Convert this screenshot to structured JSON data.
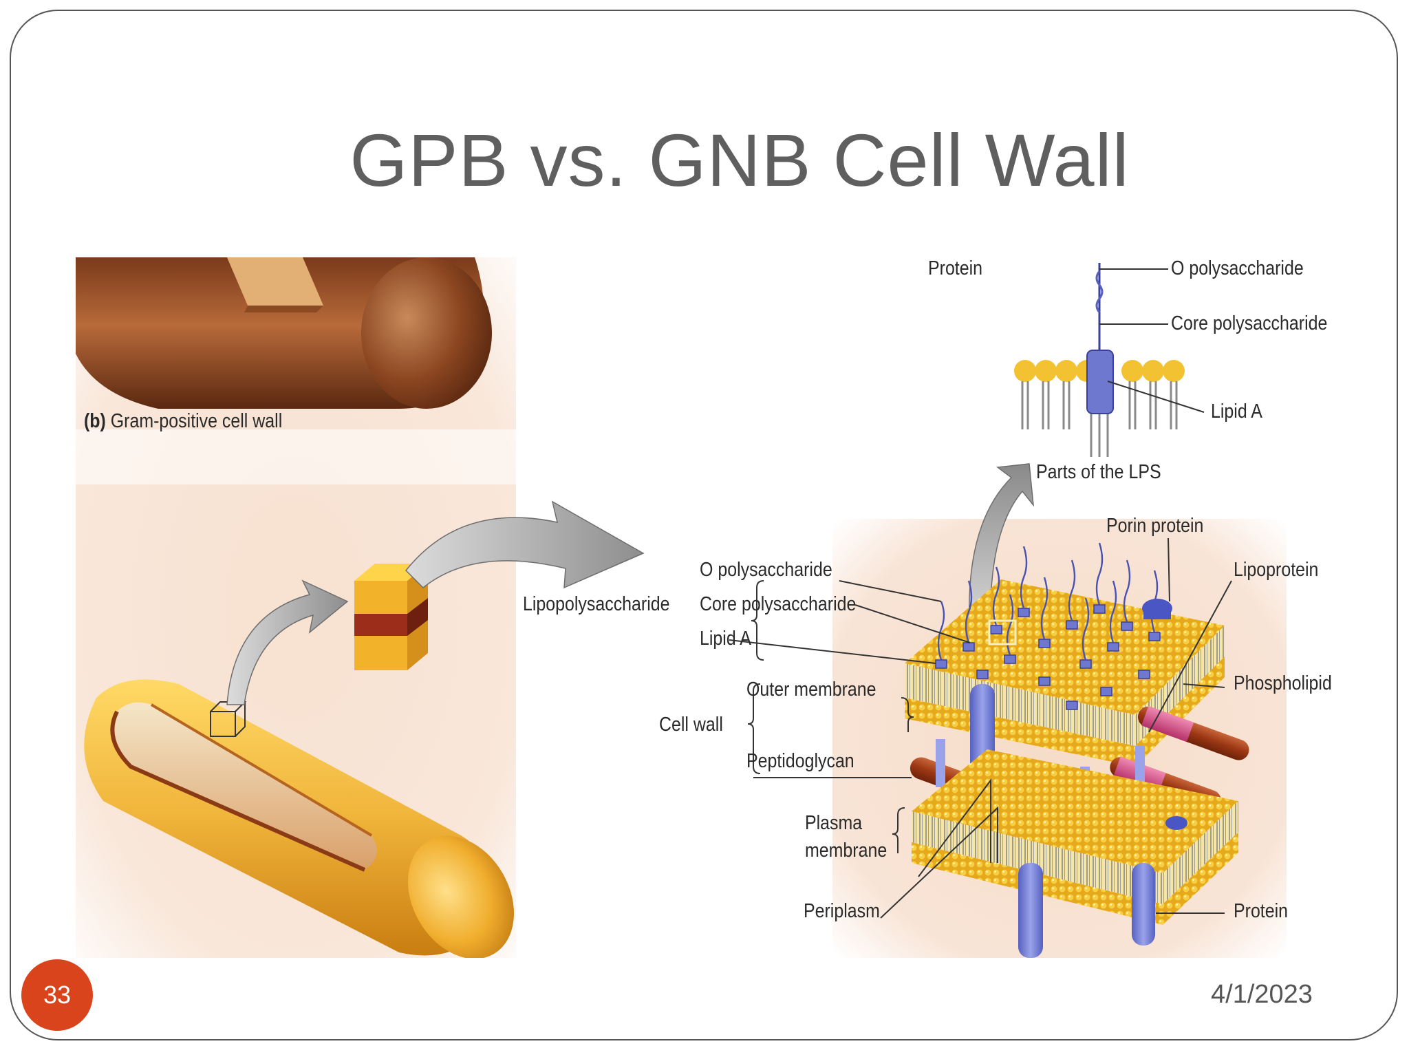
{
  "slide": {
    "title": "GPB vs. GNB Cell Wall",
    "page_number": "33",
    "date": "4/1/2023"
  },
  "figure": {
    "left_panel": {
      "caption_bold": "(b)",
      "caption_text": "Gram-positive cell wall"
    },
    "lps_detail": {
      "protein": "Protein",
      "o_polysaccharide": "O polysaccharide",
      "core_polysaccharide": "Core polysaccharide",
      "lipid_a": "Lipid A",
      "parts_caption": "Parts of the LPS"
    },
    "wall_labels": {
      "porin_protein": "Porin protein",
      "lipoprotein": "Lipoprotein",
      "phospholipid": "Phospholipid",
      "protein": "Protein",
      "lipopolysaccharide": "Lipopolysaccharide",
      "o_polysaccharide": "O polysaccharide",
      "core_polysaccharide": "Core polysaccharide",
      "lipid_a": "Lipid A",
      "cell_wall": "Cell wall",
      "outer_membrane": "Outer membrane",
      "peptidoglycan": "Peptidoglycan",
      "plasma": "Plasma",
      "membrane": "membrane",
      "periplasm": "Periplasm"
    }
  },
  "colors": {
    "title": "#5f5f5f",
    "badge": "#d9441c",
    "membrane_yellow": "#e8b423",
    "protein_blue": "#6f78cf",
    "peptidoglycan_red": "#a8421e",
    "pink": "#d94a86",
    "backdrop_peach": "#f3d7c2"
  }
}
